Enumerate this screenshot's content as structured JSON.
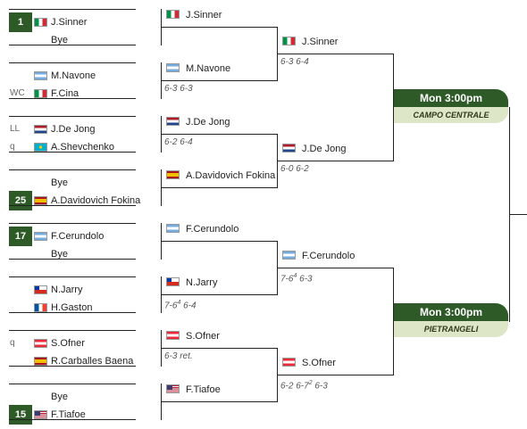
{
  "round1": [
    {
      "seed": "1",
      "tag": "",
      "name": "J.Sinner",
      "flag": "it"
    },
    {
      "seed": "",
      "tag": "",
      "name": "Bye",
      "flag": ""
    },
    {
      "seed": "",
      "tag": "",
      "name": "M.Navone",
      "flag": "ar"
    },
    {
      "seed": "",
      "tag": "WC",
      "name": "F.Cina",
      "flag": "it"
    },
    {
      "seed": "",
      "tag": "LL",
      "name": "J.De Jong",
      "flag": "nl"
    },
    {
      "seed": "",
      "tag": "q",
      "name": "A.Shevchenko",
      "flag": "kz"
    },
    {
      "seed": "",
      "tag": "",
      "name": "Bye",
      "flag": ""
    },
    {
      "seed": "25",
      "tag": "",
      "name": "A.Davidovich Fokina",
      "flag": "es"
    },
    {
      "seed": "17",
      "tag": "",
      "name": "F.Cerundolo",
      "flag": "ar"
    },
    {
      "seed": "",
      "tag": "",
      "name": "Bye",
      "flag": ""
    },
    {
      "seed": "",
      "tag": "",
      "name": "N.Jarry",
      "flag": "cl"
    },
    {
      "seed": "",
      "tag": "",
      "name": "H.Gaston",
      "flag": "fr"
    },
    {
      "seed": "",
      "tag": "q",
      "name": "S.Ofner",
      "flag": "at"
    },
    {
      "seed": "",
      "tag": "",
      "name": "R.Carballes Baena",
      "flag": "es"
    },
    {
      "seed": "",
      "tag": "",
      "name": "Bye",
      "flag": ""
    },
    {
      "seed": "15",
      "tag": "",
      "name": "F.Tiafoe",
      "flag": "us"
    }
  ],
  "round2": [
    {
      "name": "J.Sinner",
      "flag": "it",
      "score": ""
    },
    {
      "name": "M.Navone",
      "flag": "ar",
      "score": "6-3 6-3"
    },
    {
      "name": "J.De Jong",
      "flag": "nl",
      "score": "6-2 6-4"
    },
    {
      "name": "A.Davidovich Fokina",
      "flag": "es",
      "score": ""
    },
    {
      "name": "F.Cerundolo",
      "flag": "ar",
      "score": ""
    },
    {
      "name": "N.Jarry",
      "flag": "cl",
      "score_main": "7-6",
      "score_sup": "4",
      "score_rest": " 6-4"
    },
    {
      "name": "S.Ofner",
      "flag": "at",
      "score": "6-3 ret."
    },
    {
      "name": "F.Tiafoe",
      "flag": "us",
      "score": ""
    }
  ],
  "round3": [
    {
      "name": "J.Sinner",
      "flag": "it",
      "score": "6-3 6-4"
    },
    {
      "name": "J.De Jong",
      "flag": "nl",
      "score": "6-0 6-2"
    },
    {
      "name": "F.Cerundolo",
      "flag": "ar",
      "score_main": "7-6",
      "score_sup": "4",
      "score_rest": " 6-3"
    },
    {
      "name": "S.Ofner",
      "flag": "at",
      "score_main": "6-2 6-7",
      "score_sup": "2",
      "score_rest": " 6-3"
    }
  ],
  "schedule": [
    {
      "time": "Mon 3:00pm",
      "court": "CAMPO CENTRALE"
    },
    {
      "time": "Mon 3:00pm",
      "court": "PIETRANGELI"
    }
  ],
  "colors": {
    "seed_bg": "#2d5a27",
    "court_bg": "#dde6c6",
    "line": "#222222"
  }
}
